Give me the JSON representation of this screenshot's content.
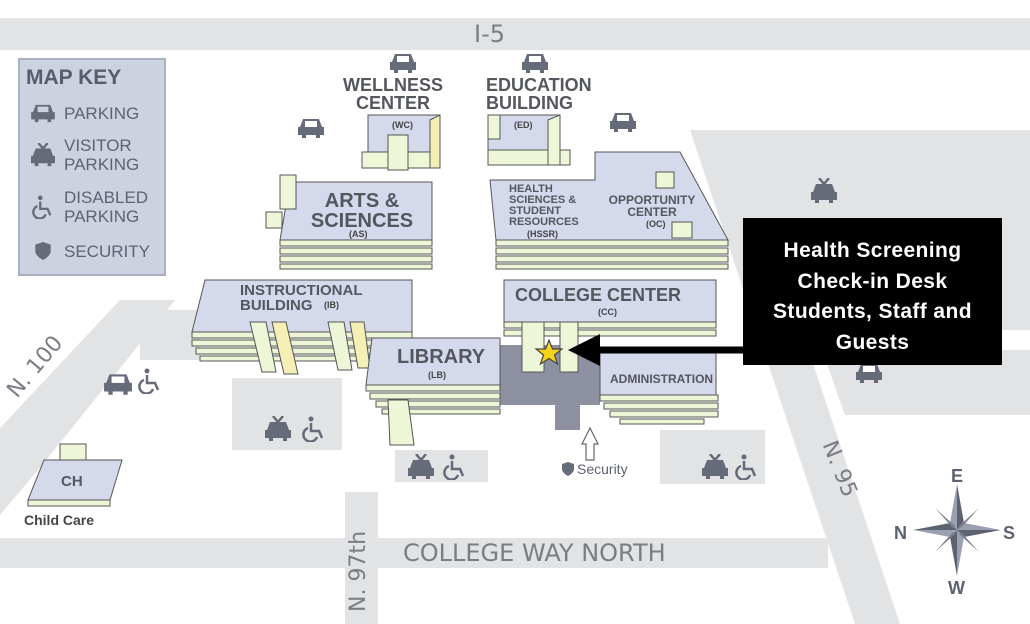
{
  "roads": {
    "top": "I-5",
    "bottom": "COLLEGE WAY NORTH",
    "left": "N. 100",
    "middle": "N. 97th",
    "right": "N. 95"
  },
  "map_key": {
    "title": "MAP KEY",
    "items": [
      {
        "icon": "car-icon",
        "label_1": "PARKING",
        "label_2": ""
      },
      {
        "icon": "visitor-car-icon",
        "label_1": "VISITOR",
        "label_2": "PARKING"
      },
      {
        "icon": "wheelchair-icon",
        "label_1": "DISABLED",
        "label_2": "PARKING"
      },
      {
        "icon": "shield-icon",
        "label_1": "SECURITY",
        "label_2": ""
      }
    ]
  },
  "buildings": {
    "wellness": {
      "name_1": "WELLNESS",
      "name_2": "CENTER",
      "code": "(WC)"
    },
    "education": {
      "name_1": "EDUCATION",
      "name_2": "BUILDING",
      "code": "(ED)"
    },
    "arts": {
      "name_1": "ARTS &",
      "name_2": "SCIENCES",
      "code": "(AS)"
    },
    "hssr": {
      "name_1": "HEALTH",
      "name_2": "SCIENCES &",
      "name_3": "STUDENT",
      "name_4": "RESOURCES",
      "code": "(HSSR)"
    },
    "opportunity": {
      "name_1": "OPPORTUNITY",
      "name_2": "CENTER",
      "code": "(OC)"
    },
    "instructional": {
      "name_1": "INSTRUCTIONAL",
      "name_2": "BUILDING",
      "code": "(IB)"
    },
    "college_center": {
      "name": "COLLEGE CENTER",
      "code": "(CC)"
    },
    "library": {
      "name": "LIBRARY",
      "code": "(LB)"
    },
    "administration": {
      "name": "ADMINISTRATION"
    },
    "child_care": {
      "code": "CH",
      "name": "Child Care"
    }
  },
  "security_label": "Security",
  "callout": {
    "line_1": "Health Screening",
    "line_2": "Check-in Desk",
    "line_3": "Students, Staff and",
    "line_4": "Guests"
  },
  "compass": {
    "n": "N",
    "e": "E",
    "s": "S",
    "w": "W"
  },
  "colors": {
    "road": "#e2e3e5",
    "building_top": "#d5d9ec",
    "building_side": "#eef6d8",
    "icon": "#666b7a",
    "callout_bg": "#000000",
    "star": "#f7d418",
    "highlight": "#8d90a0"
  }
}
